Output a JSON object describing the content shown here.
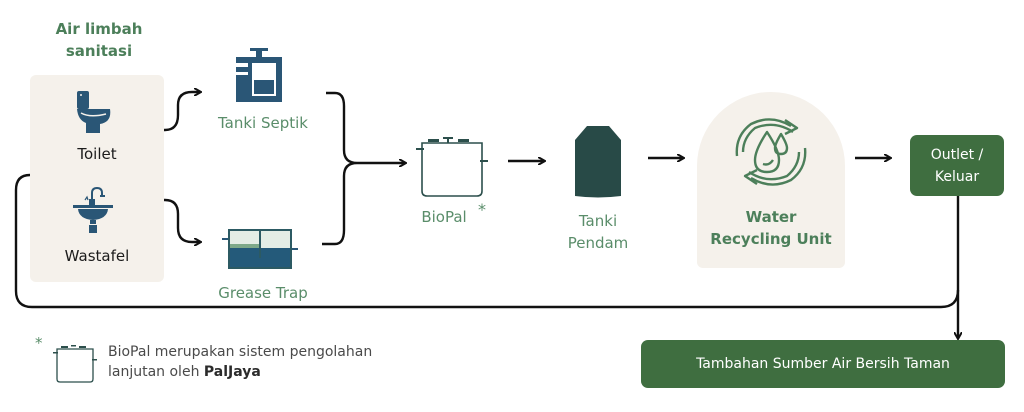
{
  "source": {
    "title": "Air limbah sanitasi",
    "items": [
      {
        "label": "Toilet",
        "icon": "toilet-icon"
      },
      {
        "label": "Wastafel",
        "icon": "sink-icon"
      }
    ]
  },
  "stages": {
    "septic": {
      "label": "Tanki Septik",
      "icon": "septic-tank-icon"
    },
    "grease": {
      "label": "Grease Trap",
      "icon": "grease-trap-icon"
    },
    "biopal": {
      "label": "BioPal",
      "asterisk": "*",
      "icon": "biopal-tank-icon"
    },
    "pendam": {
      "label_line1": "Tanki",
      "label_line2": "Pendam",
      "icon": "buried-tank-icon"
    },
    "wru": {
      "label_line1": "Water",
      "label_line2": "Recycling Unit",
      "icon": "water-recycle-icon"
    },
    "outlet": {
      "label_line1": "Outlet /",
      "label_line2": "Keluar"
    }
  },
  "result": {
    "label": "Tambahan Sumber Air Bersih Taman"
  },
  "footnote": {
    "asterisk": "*",
    "line1": "BioPal merupakan sistem pengolahan",
    "line2_prefix": "lanjutan oleh ",
    "brand": "PalJaya"
  },
  "colors": {
    "accent_green": "#3f6e40",
    "label_green": "#5a8d6a",
    "panel_beige": "#f5f1eb",
    "icon_blue": "#2a5676",
    "tank_dark": "#284a47"
  }
}
